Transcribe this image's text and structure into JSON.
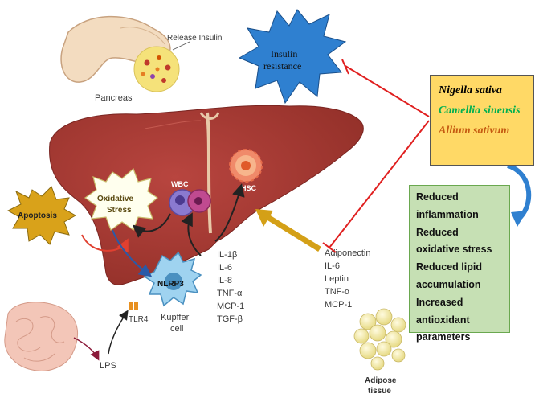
{
  "labels": {
    "pancreas": "Pancreas",
    "release_insulin": "Release Insulin",
    "insulin_resistance_line1": "Insulin",
    "insulin_resistance_line2": "resistance",
    "apoptosis": "Apoptosis",
    "oxidative_stress_line1": "Oxidative",
    "oxidative_stress_line2": "Stress",
    "wbc": "WBC",
    "hsc": "HSC",
    "nlrp3": "NLRP3",
    "tlr4": "TLR4",
    "kupffer_line1": "Kupffer",
    "kupffer_line2": "cell",
    "lps": "LPS",
    "adipose_line1": "Adipose",
    "adipose_line2": "tissue"
  },
  "cytokines_kupffer": [
    "IL-1β",
    "IL-6",
    "IL-8",
    "TNF-α",
    "MCP-1",
    "TGF-β"
  ],
  "adipokines": [
    "Adiponectin",
    "IL-6",
    "Leptin",
    "TNF-α",
    "MCP-1"
  ],
  "herbs": [
    {
      "name": "Nigella sativa",
      "color": "#000000"
    },
    {
      "name": "Camellia sinensis",
      "color": "#00b050"
    },
    {
      "name": "Allium sativum",
      "color": "#c55a11"
    }
  ],
  "effects": [
    "Reduced",
    "inflammation",
    "Reduced",
    "oxidative stress",
    "Reduced lipid",
    "accumulation",
    "Increased",
    "antioxidant",
    "parameters"
  ],
  "colors": {
    "liver": "#a73a35",
    "liver_dark": "#8a2c28",
    "insulin_burst": "#2f80d0",
    "apoptosis_burst": "#d9a21a",
    "oxidative_burst": "#ffffee",
    "inhibition_line": "#e02020",
    "hsc_arrow": "#d4a017",
    "nlrp3_cell": "#9fd3f0",
    "herb_box": "#ffd966",
    "effects_box": "#c6e0b4"
  }
}
